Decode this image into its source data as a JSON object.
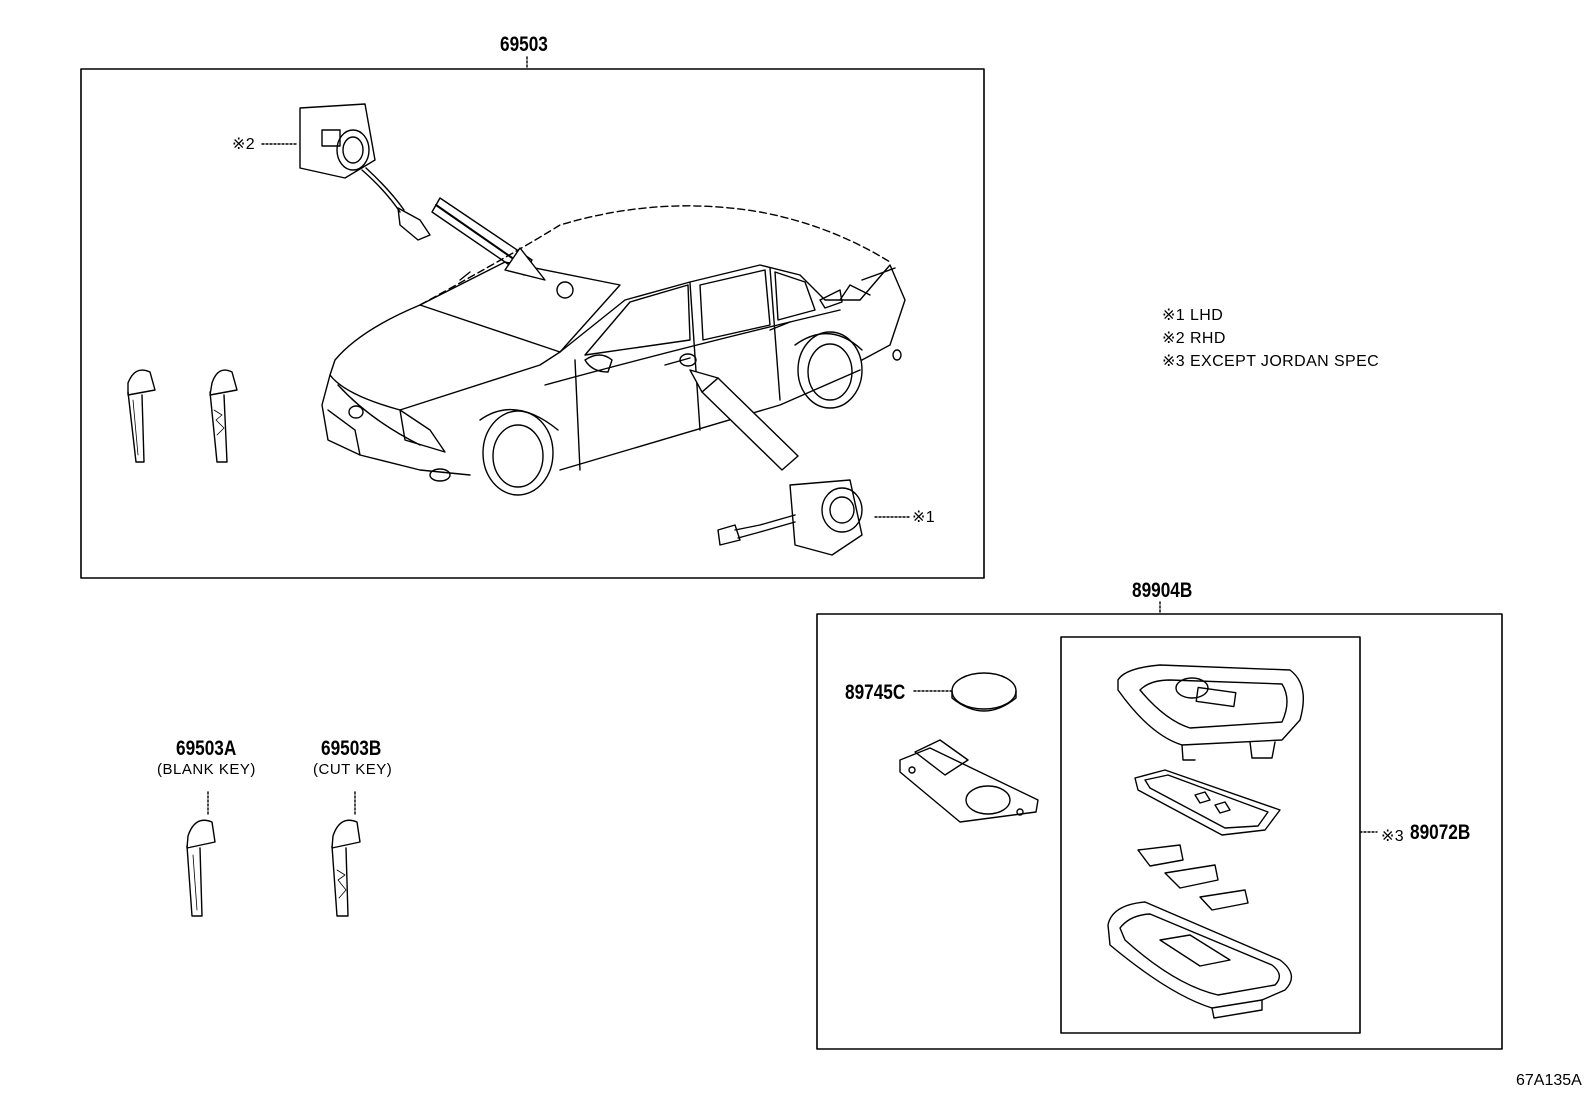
{
  "diagram": {
    "parts": {
      "lock_assembly": "69503",
      "blank_key": "69503A",
      "blank_key_desc": "(BLANK KEY)",
      "cut_key": "69503B",
      "cut_key_desc": "(CUT KEY)",
      "transmitter_assembly": "89904B",
      "battery": "89745C",
      "transmitter_case": "89072B"
    },
    "markers": {
      "rhd_marker": "※2",
      "lhd_marker": "※1",
      "case_marker": "※3"
    },
    "notes": [
      "※1 LHD",
      "※2 RHD",
      "※3 EXCEPT JORDAN SPEC"
    ],
    "figure_code": "67A135A"
  }
}
